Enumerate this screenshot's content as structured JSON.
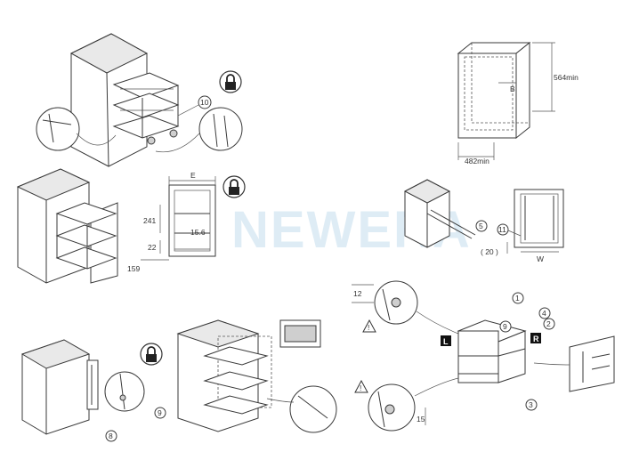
{
  "watermark": "NEWERA",
  "dimensions": {
    "cabinet_width": "482min",
    "cabinet_height": "564min",
    "cabinet_depth": "B",
    "frame_width": "E",
    "gap_241": "241",
    "gap_22": "22",
    "gap_15_6": "15.6",
    "height_159": "159",
    "offset_20": "( 20 )",
    "rail_width": "W",
    "offset_12": "12",
    "offset_15": "15"
  },
  "callouts": {
    "c1": "1",
    "c2": "2",
    "c4": "4",
    "c5": "5",
    "c8": "8",
    "c9a": "9",
    "c9b": "9",
    "c10": "10",
    "c11": "11",
    "c3": "3"
  },
  "side_labels": {
    "left": "L",
    "right": "R"
  },
  "warning_symbol": "!",
  "icons": [
    "lock-icon",
    "warning-icon"
  ]
}
